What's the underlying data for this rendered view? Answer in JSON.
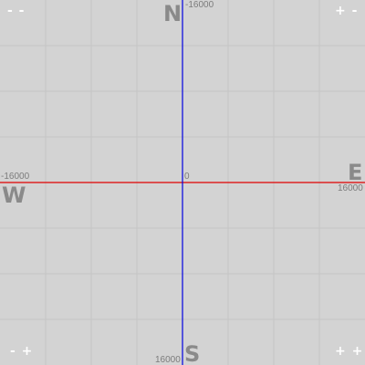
{
  "compass": {
    "north": "N",
    "south": "S",
    "east": "E",
    "west": "W"
  },
  "axis_ticks": {
    "north": "-16000",
    "south": "16000",
    "west": "-16000",
    "east": "16000",
    "origin": "0"
  },
  "quadrants": {
    "top_left": "- -",
    "top_right": "+ -",
    "bottom_left": "- +",
    "bottom_right": "+ +"
  },
  "colors": {
    "background": "#d3d3d3",
    "grid": "#c4c4c4",
    "x_axis": "#e00000",
    "z_axis": "#0000e0",
    "compass_text": "#8a8a8a",
    "quadrant_text": "#ffffff"
  },
  "grid": {
    "range": [
      -16000,
      16000
    ],
    "divisions": 8
  }
}
